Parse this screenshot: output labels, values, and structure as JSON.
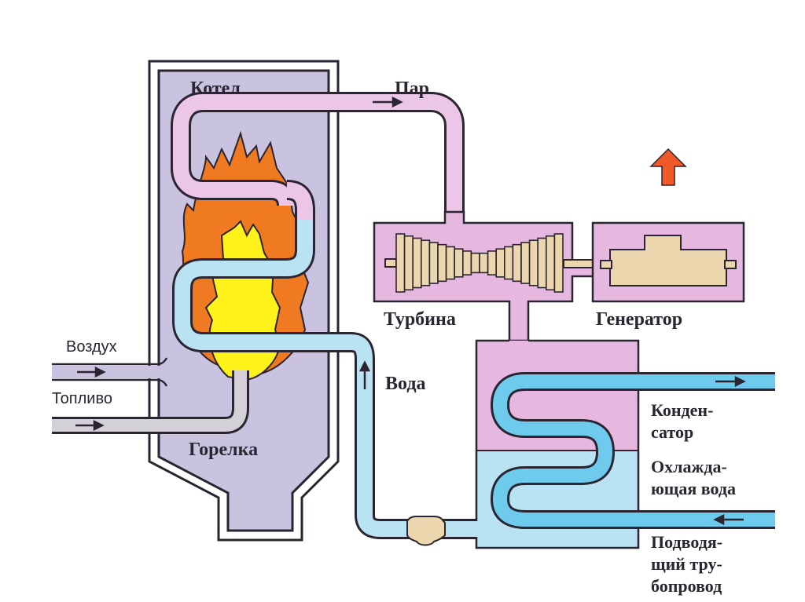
{
  "title": "Схема тепловой электростанции",
  "labels": {
    "boiler": "Котел",
    "steam": "Пар",
    "air": "Воздух",
    "fuel": "Топливо",
    "burner": "Горелка",
    "turbine": "Турбина",
    "generator": "Генератор",
    "water": "Вода",
    "condenser_line1": "Конден-",
    "condenser_line2": "сатор",
    "cooling_line1": "Охлажда-",
    "cooling_line2": "ющая вода",
    "supply_line1": "Подводя-",
    "supply_line2": "щий тру-",
    "supply_line3": "бопровод"
  },
  "colors": {
    "boiler_fill": "#c9c3e0",
    "steam_pipe": "#ecc6e6",
    "water_pipe": "#b9e2f3",
    "cooling_pipe": "#6fcbee",
    "turbine_housing": "#e6b8e0",
    "rotor": "#ecd6ae",
    "flame_outer": "#f07a22",
    "flame_inner": "#fff21a",
    "fuel_pipe": "#d4d0d8",
    "power_arrow": "#ef5a28",
    "outline": "#2a2530"
  }
}
